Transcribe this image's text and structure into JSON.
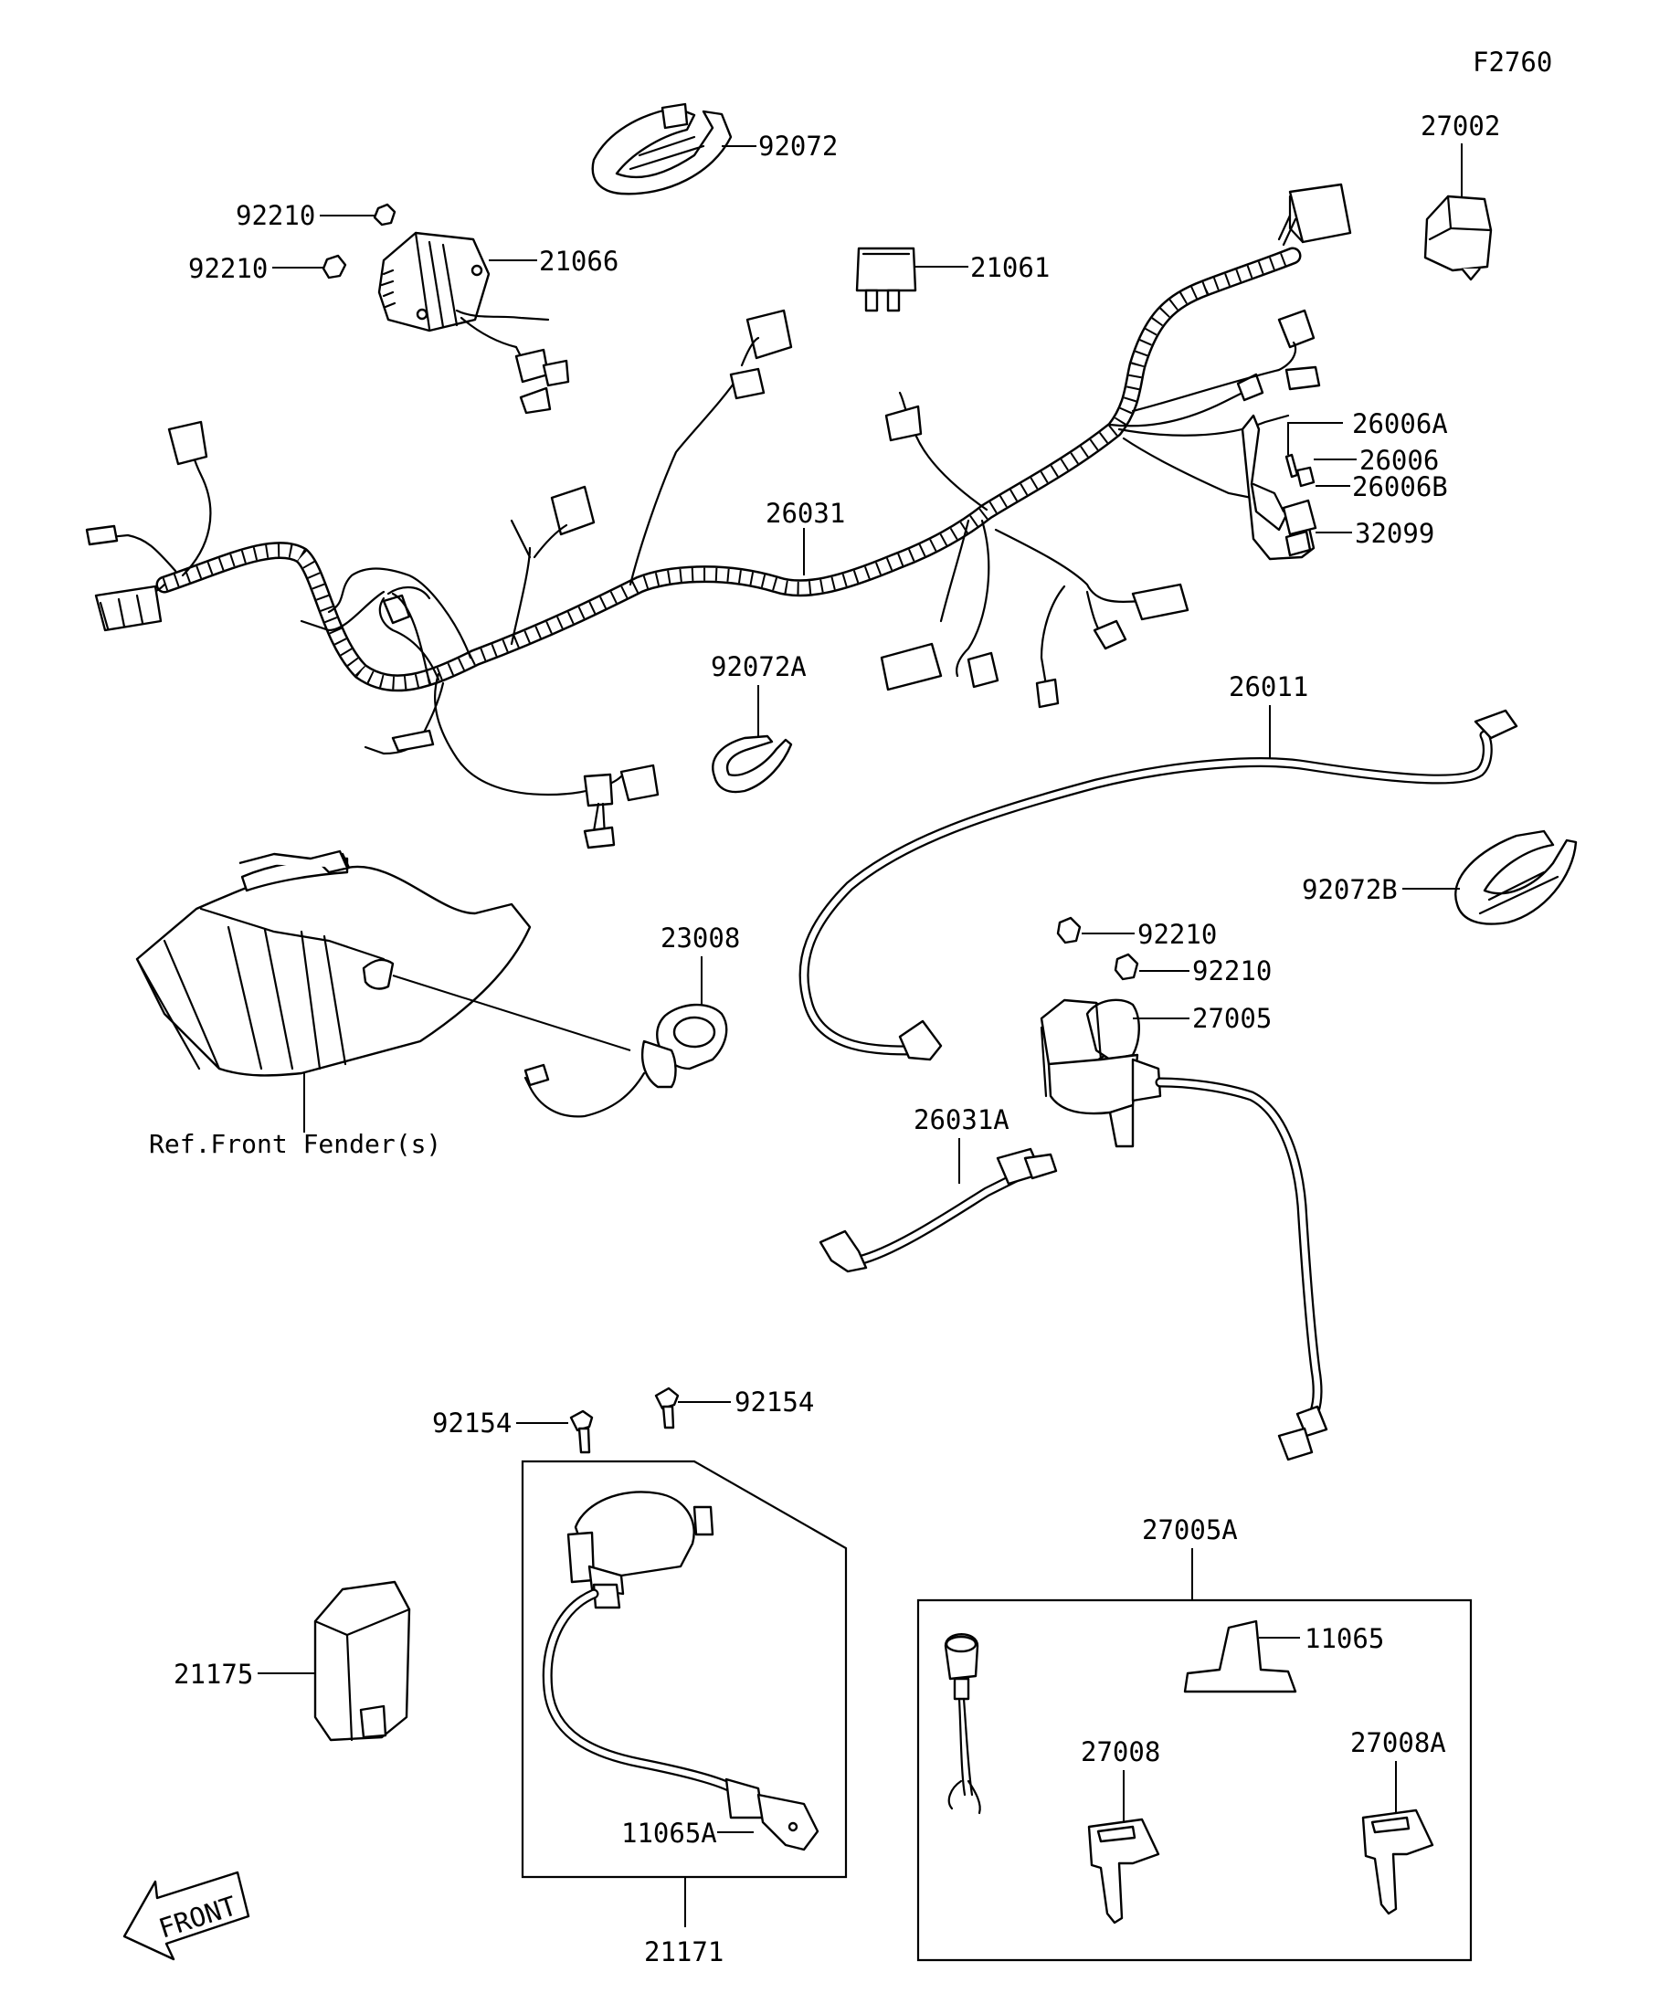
{
  "diagram": {
    "figure_code": "F2760",
    "reference_label": "Ref.Front Fender(s)",
    "front_marker": "FRONT",
    "part_labels": {
      "p92072": "92072",
      "p27002": "27002",
      "p92210_a": "92210",
      "p21066": "21066",
      "p92210_b": "92210",
      "p21061": "21061",
      "p26006A": "26006A",
      "p26006": "26006",
      "p26006B": "26006B",
      "p32099": "32099",
      "p26031": "26031",
      "p92072A": "92072A",
      "p26011": "26011",
      "p92072B": "92072B",
      "p23008": "23008",
      "p92210_c": "92210",
      "p92210_d": "92210",
      "p27005": "27005",
      "p26031A": "26031A",
      "p92154_a": "92154",
      "p92154_b": "92154",
      "p27005A": "27005A",
      "p11065": "11065",
      "p21175": "21175",
      "p27008": "27008",
      "p27008A": "27008A",
      "p11065A": "11065A",
      "p21171": "21171"
    }
  }
}
